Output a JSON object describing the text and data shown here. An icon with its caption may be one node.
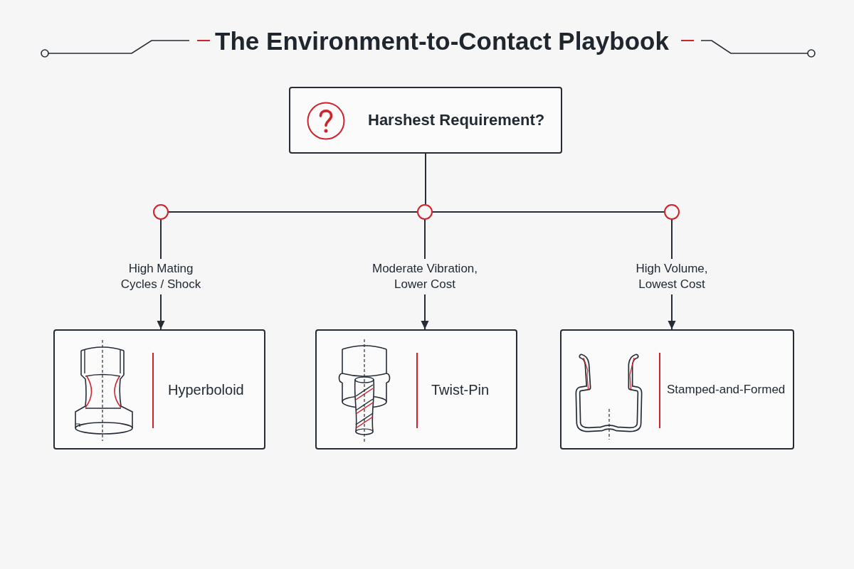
{
  "diagram": {
    "title": "The Environment-to-Contact Playbook",
    "nodes": [
      {
        "text": [
          "Harshest Requirement?"
        ]
      },
      {
        "text": [],
        "shape": "circle"
      },
      {
        "text": [],
        "shape": "circle"
      },
      {
        "text": [],
        "shape": "circle"
      },
      {
        "text": [
          "Hyperboloid"
        ]
      },
      {
        "text": [
          "Twist-Pin"
        ]
      },
      {
        "text": [
          "Stamped-and-Formed"
        ]
      }
    ],
    "edges": [
      {
        "from": 0,
        "to": 2,
        "arrow": "none"
      },
      {
        "from": 2,
        "to": 1,
        "arrow": "none"
      },
      {
        "from": 2,
        "to": 3,
        "arrow": "none"
      },
      {
        "from": 1,
        "to": 4,
        "arrow": "to",
        "label": "High Mating Cycles / Shock"
      },
      {
        "from": 2,
        "to": 5,
        "arrow": "to",
        "label": "Moderate Vibration, Lower Cost"
      },
      {
        "from": 3,
        "to": 6,
        "arrow": "to",
        "label": "High Volume, Lowest Cost"
      }
    ]
  }
}
